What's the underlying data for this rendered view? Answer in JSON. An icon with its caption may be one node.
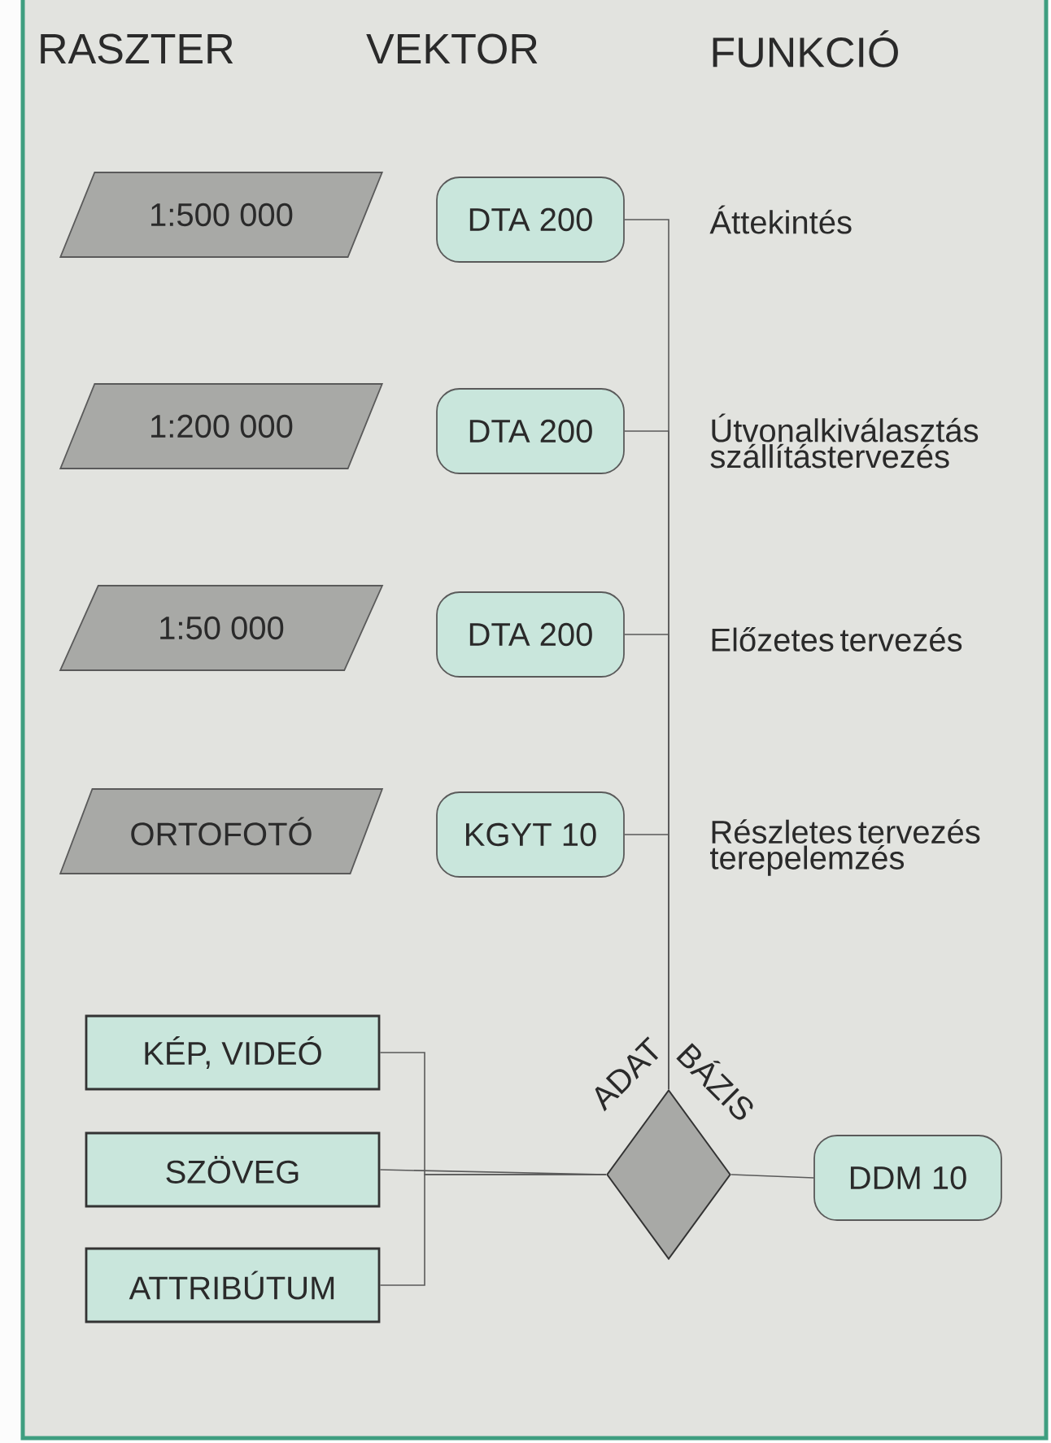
{
  "diagram": {
    "nodes": [
      {
        "text": [
          "1:500 000"
        ]
      },
      {
        "text": [
          "1:200 000"
        ]
      },
      {
        "text": [
          "1:50 000"
        ]
      },
      {
        "text": [
          "ORTOFOTÓ"
        ]
      },
      {
        "text": [
          "DTA 200"
        ]
      },
      {
        "text": [
          "DTA 200"
        ]
      },
      {
        "text": [
          "DTA 200"
        ]
      },
      {
        "text": [
          "KGYT 10"
        ]
      },
      {
        "text": [
          "KÉP, VIDEÓ"
        ]
      },
      {
        "text": [
          "SZÖVEG"
        ]
      },
      {
        "text": [
          "ATTRIBÚTUM"
        ]
      },
      {
        "text": [
          "ADAT",
          "BÁZIS"
        ]
      },
      {
        "text": [
          "DDM 10"
        ]
      }
    ],
    "edges": [
      {
        "from": 4,
        "to": 11,
        "arrow": "none"
      },
      {
        "from": 5,
        "to": 11,
        "arrow": "none"
      },
      {
        "from": 6,
        "to": 11,
        "arrow": "none"
      },
      {
        "from": 7,
        "to": 11,
        "arrow": "none"
      },
      {
        "from": 8,
        "to": 11,
        "arrow": "none"
      },
      {
        "from": 9,
        "to": 11,
        "arrow": "none"
      },
      {
        "from": 10,
        "to": 11,
        "arrow": "none"
      },
      {
        "from": 11,
        "to": 12,
        "arrow": "none"
      }
    ],
    "labels": [
      "RASZTER",
      "VEKTOR",
      "FUNKCIÓ",
      "Áttekintés",
      "Útvonalkiválasztás szállítástervezés",
      "Előzetes tervezés",
      "Részletes tervezés terepelemzés"
    ]
  }
}
